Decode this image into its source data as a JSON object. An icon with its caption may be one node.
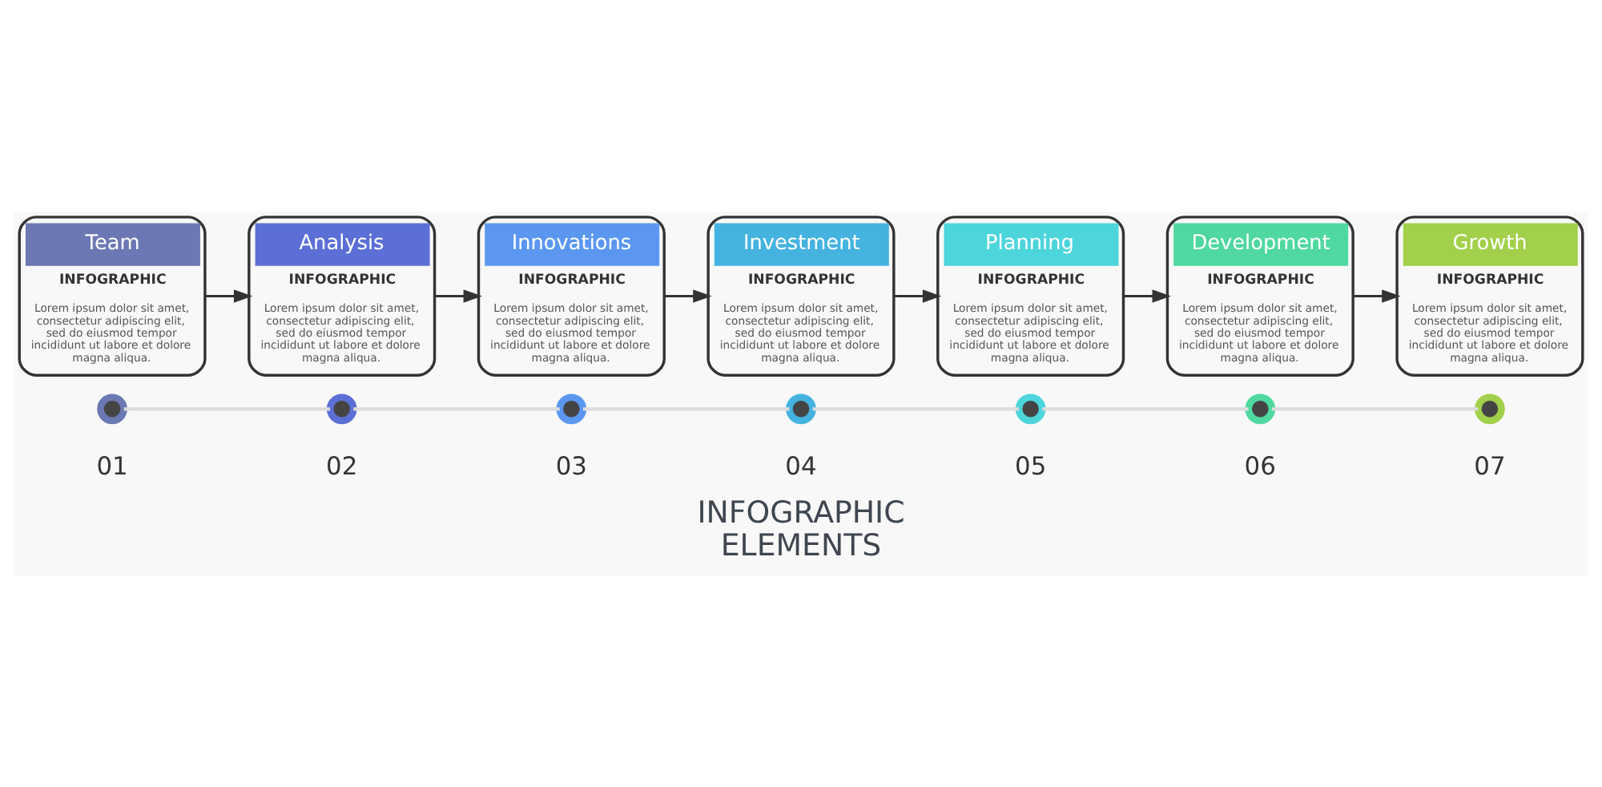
{
  "diagram": {
    "title": "INFOGRAPHIC ELEMENTS",
    "nodes": [
      {
        "text": [
          "Team",
          "INFOGRAPHIC",
          "Lorem ipsum dolor sit amet, consectetur adipiscing elit, sed do eiusmod tempor incididunt ut labore et dolore magna aliqua."
        ]
      },
      {
        "text": [
          "Analysis",
          "INFOGRAPHIC",
          "Lorem ipsum dolor sit amet, consectetur adipiscing elit, sed do eiusmod tempor incididunt ut labore et dolore magna aliqua."
        ]
      },
      {
        "text": [
          "Innovations",
          "INFOGRAPHIC",
          "Lorem ipsum dolor sit amet, consectetur adipiscing elit, sed do eiusmod tempor incididunt ut labore et dolore magna aliqua."
        ]
      },
      {
        "text": [
          "Investment",
          "INFOGRAPHIC",
          "Lorem ipsum dolor sit amet, consectetur adipiscing elit, sed do eiusmod tempor incididunt ut labore et dolore magna aliqua."
        ]
      },
      {
        "text": [
          "Planning",
          "INFOGRAPHIC",
          "Lorem ipsum dolor sit amet, consectetur adipiscing elit, sed do eiusmod tempor incididunt ut labore et dolore magna aliqua."
        ]
      },
      {
        "text": [
          "Development",
          "INFOGRAPHIC",
          "Lorem ipsum dolor sit amet, consectetur adipiscing elit, sed do eiusmod tempor incididunt ut labore et dolore magna aliqua."
        ]
      },
      {
        "text": [
          "Growth",
          "INFOGRAPHIC",
          "Lorem ipsum dolor sit amet, consectetur adipiscing elit, sed do eiusmod tempor incididunt ut labore et dolore magna aliqua."
        ]
      },
      {
        "text": [],
        "shape": "circle",
        "beside": [
          "01"
        ]
      },
      {
        "text": [],
        "shape": "circle",
        "beside": [
          "02"
        ]
      },
      {
        "text": [],
        "shape": "circle",
        "beside": [
          "03"
        ]
      },
      {
        "text": [],
        "shape": "circle",
        "beside": [
          "04"
        ]
      },
      {
        "text": [],
        "shape": "circle",
        "beside": [
          "05"
        ]
      },
      {
        "text": [],
        "shape": "circle",
        "beside": [
          "06"
        ]
      },
      {
        "text": [],
        "shape": "circle",
        "beside": [
          "07"
        ]
      }
    ],
    "edges": [
      {
        "from": 0,
        "to": 1,
        "arrow": "to"
      },
      {
        "from": 1,
        "to": 2,
        "arrow": "to"
      },
      {
        "from": 2,
        "to": 3,
        "arrow": "to"
      },
      {
        "from": 3,
        "to": 4,
        "arrow": "to"
      },
      {
        "from": 4,
        "to": 5,
        "arrow": "to"
      },
      {
        "from": 5,
        "to": 6,
        "arrow": "to"
      },
      {
        "from": 7,
        "to": 8,
        "arrow": "none",
        "color": "#dcdcdc"
      },
      {
        "from": 8,
        "to": 9,
        "arrow": "none",
        "color": "#dcdcdc"
      },
      {
        "from": 9,
        "to": 10,
        "arrow": "none",
        "color": "#dcdcdc"
      },
      {
        "from": 10,
        "to": 11,
        "arrow": "none",
        "color": "#dcdcdc"
      },
      {
        "from": 11,
        "to": 12,
        "arrow": "none",
        "color": "#dcdcdc"
      },
      {
        "from": 12,
        "to": 13,
        "arrow": "none",
        "color": "#dcdcdc"
      }
    ]
  }
}
